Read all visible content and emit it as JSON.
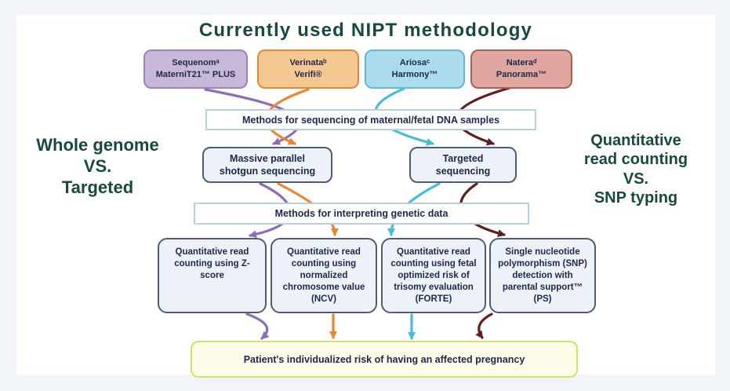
{
  "title": "Currently used NIPT methodology",
  "left_label": [
    "Whole genome",
    "VS.",
    "Targeted"
  ],
  "right_label": [
    "Quantitative",
    "read counting",
    "VS.",
    "SNP typing"
  ],
  "companies": [
    {
      "name": "Sequenomᵃ",
      "product": "MaterniT21™ PLUS",
      "fill": "#c7b7d9",
      "border": "#9d80c0",
      "arrow_color": "#8f6cb9"
    },
    {
      "name": "Verinataᵇ",
      "product": "Verifi®",
      "fill": "#f6c891",
      "border": "#e2873b",
      "arrow_color": "#e9862f"
    },
    {
      "name": "Ariosaᶜ",
      "product": "Harmony™",
      "fill": "#abdcec",
      "border": "#62b8d2",
      "arrow_color": "#45bcd9"
    },
    {
      "name": "Nateraᵈ",
      "product": "Panorama™",
      "fill": "#dfa7a0",
      "border": "#b15b51",
      "arrow_color": "#5f1f1c"
    }
  ],
  "process_bars": {
    "sequencing": "Methods for sequencing of maternal/fetal DNA samples",
    "interpreting": "Methods for interpreting genetic data"
  },
  "sequencing_methods": [
    {
      "label": "Massive parallel shotgun sequencing"
    },
    {
      "label": "Targeted sequencing"
    }
  ],
  "interpretation_methods": [
    {
      "label": "Quantitative read counting using Z-score"
    },
    {
      "label": "Quantitative read counting using normalized chromosome value (NCV)"
    },
    {
      "label": "Quantitative read counting using fetal optimized risk of trisomy evaluation (FORTE)"
    },
    {
      "label": "Single nucleotide polymorphism (SNP) detection with parental support™ (PS)"
    }
  ],
  "outcome": "Patient's individualized risk of having an affected pregnancy",
  "colors": {
    "page_background": "#f1f5f9",
    "panel_background": "#ffffff",
    "heading_text": "#17493f",
    "node_text": "#20294a",
    "bar_border": "#b9cfe4",
    "method_box_border": "#4d5d78",
    "method_box_fill": "#edf2f8",
    "outcome_fill": "#fdfce9",
    "outcome_border": "#e0dc63"
  }
}
